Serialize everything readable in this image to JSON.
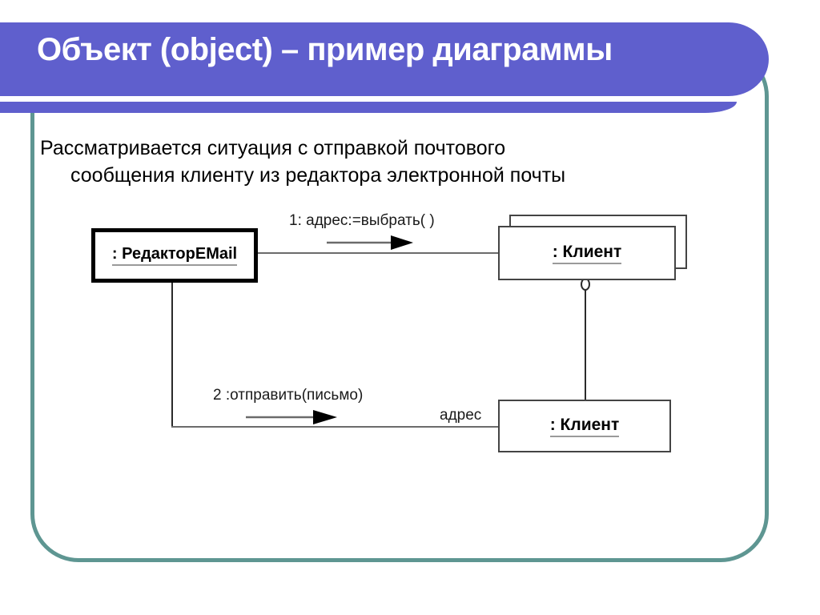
{
  "slide": {
    "title": "Объект (object) – пример диаграммы",
    "body_line1": "Рассматривается ситуация с отправкой почтового",
    "body_line2": "сообщения клиенту из редактора электронной почты",
    "colors": {
      "banner_purple": "#5f5fcd",
      "frame_teal": "#5e9692",
      "text_black": "#000000",
      "banner_text": "#ffffff",
      "line_gray": "#6b6b6b"
    }
  },
  "diagram": {
    "type": "uml-object-diagram",
    "objects": [
      {
        "id": "editor",
        "label": ": РедакторEMail",
        "emphasis": "thick-border"
      },
      {
        "id": "client_stack_back",
        "label": "",
        "emphasis": "stacked-shadow"
      },
      {
        "id": "client_top",
        "label": ": Клиент",
        "emphasis": "normal"
      },
      {
        "id": "client_bottom",
        "label": ": Клиент",
        "emphasis": "normal"
      }
    ],
    "messages": [
      {
        "id": "msg1",
        "label": "1: адрес:=выбрать( )",
        "direction": "right",
        "from": "editor",
        "to": "client_top"
      },
      {
        "id": "msg2",
        "label": "2 :отправить(письмо)",
        "direction": "right",
        "from": "editor",
        "to": "client_bottom"
      }
    ],
    "link_labels": [
      {
        "id": "role_adres",
        "label": "адрес"
      }
    ]
  }
}
